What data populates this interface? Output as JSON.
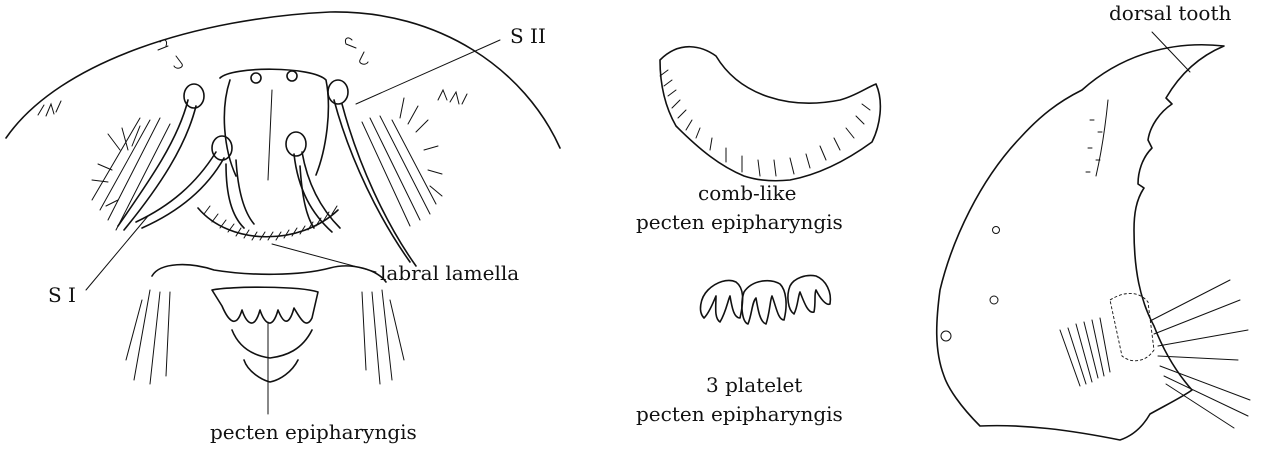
{
  "labels": {
    "s_ii": "S II",
    "s_i": "S I",
    "labral_lamella": "labral lamella",
    "pecten_epipharyngis": "pecten epipharyngis",
    "comb_like_line1": "comb-like",
    "comb_like_line2": "pecten epipharyngis",
    "three_platelet_line1": "3 platelet",
    "three_platelet_line2": "pecten epipharyngis",
    "dorsal_tooth": "dorsal tooth"
  }
}
